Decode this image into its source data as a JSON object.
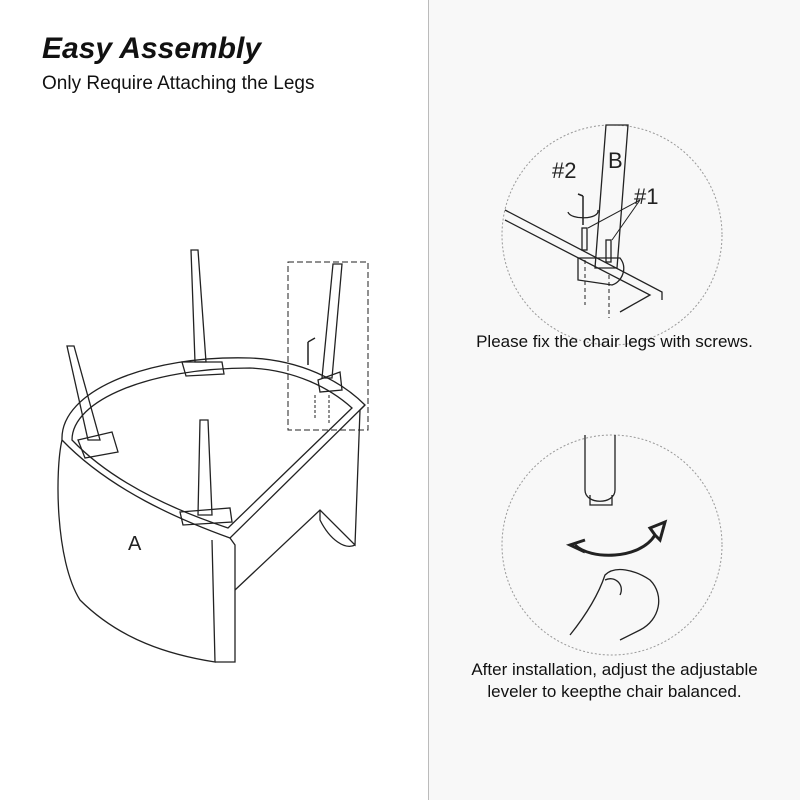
{
  "header": {
    "title": "Easy Assembly",
    "subtitle": "Only Require Attaching the Legs"
  },
  "diagram": {
    "chair_label": "A",
    "leg_label": "B",
    "screw_label": "#1",
    "wrench_label": "#2"
  },
  "captions": {
    "step1": "Please fix the chair legs with screws.",
    "step2_line1": "After installation, adjust the adjustable",
    "step2_line2": "leveler to keepthe chair balanced."
  }
}
